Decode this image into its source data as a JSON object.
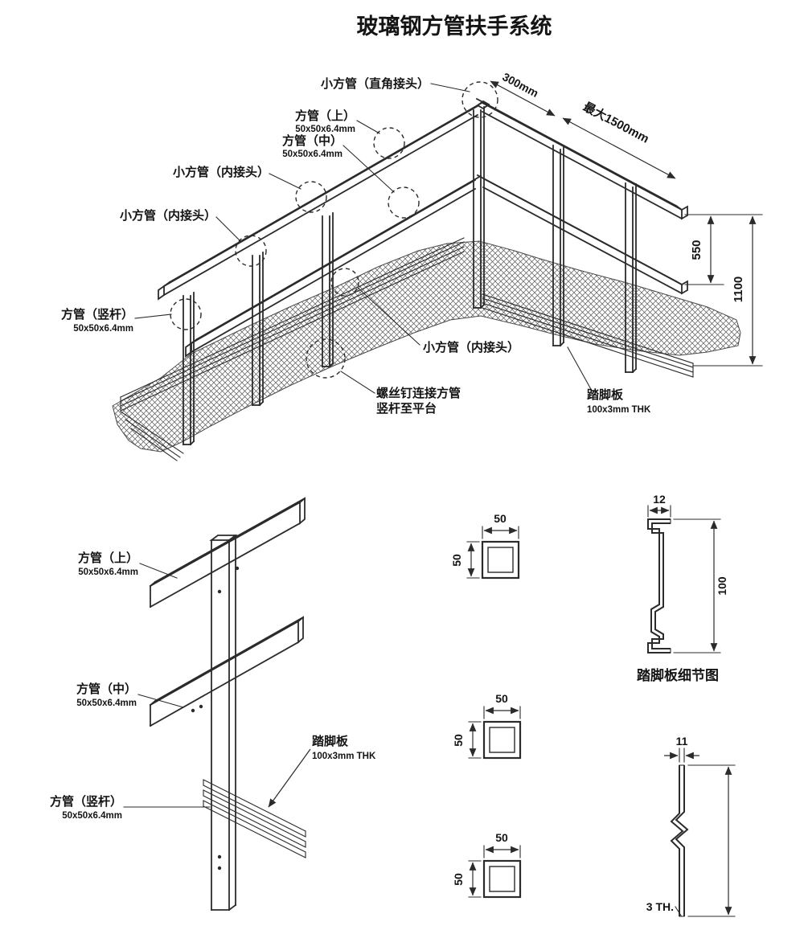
{
  "title": "玻璃钢方管扶手系统",
  "iso": {
    "corner_joint_label": "小方管（直角接头）",
    "dim_300": "300mm",
    "dim_max_1500": "最大1500mm",
    "top_tube_label": "方管（上）",
    "top_tube_size": "50x50x6.4mm",
    "mid_tube_label": "方管（中）",
    "mid_tube_size": "50x50x6.4mm",
    "inner_joint_label_1": "小方管（内接头）",
    "inner_joint_label_2": "小方管（内接头）",
    "inner_joint_label_3": "小方管（内接头）",
    "post_label": "方管（竖杆）",
    "post_size": "50x50x6.4mm",
    "screw_note_line1": "螺丝钉连接方管",
    "screw_note_line2": "竖杆至平台",
    "toe_board_label": "踏脚板",
    "toe_board_size": "100x3mm THK",
    "dim_550": "550",
    "dim_1100": "1100"
  },
  "detail": {
    "top_tube_label": "方管（上）",
    "top_tube_size": "50x50x6.4mm",
    "mid_tube_label": "方管（中）",
    "mid_tube_size": "50x50x6.4mm",
    "toe_board_label": "踏脚板",
    "toe_board_size": "100x3mm THK",
    "post_label": "方管（竖杆）",
    "post_size": "50x50x6.4mm"
  },
  "sections": {
    "s1_w": "50",
    "s1_h": "50",
    "s2_w": "50",
    "s2_h": "50",
    "s3_w": "50",
    "s3_h": "50"
  },
  "toe_detail": {
    "dim_12": "12",
    "dim_100": "100",
    "caption": "踏脚板细节图",
    "dim_11": "11",
    "thickness": "3 TH."
  }
}
